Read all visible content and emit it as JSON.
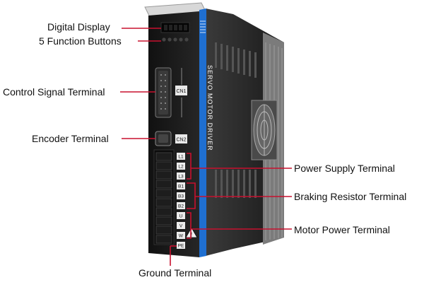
{
  "callouts": {
    "digital_display": "Digital Display",
    "function_buttons": "5 Function Buttons",
    "control_signal": "Control Signal Terminal",
    "encoder": "Encoder Terminal",
    "power_supply": "Power Supply Terminal",
    "braking_resistor": "Braking Resistor Terminal",
    "motor_power": "Motor Power Terminal",
    "ground": "Ground Terminal"
  },
  "device": {
    "side_label": "SERVO MOTOR DRIVER",
    "cn1_label": "CN1",
    "cn2_label": "CN2",
    "terminals": [
      "L1",
      "L2",
      "L3",
      "B1",
      "B3",
      "B2",
      "U",
      "V",
      "W",
      "PE"
    ]
  },
  "colors": {
    "leader_line": "#c8102e",
    "accent_stripe": "#1f6fd1",
    "device_body": "#1b1b1b"
  }
}
